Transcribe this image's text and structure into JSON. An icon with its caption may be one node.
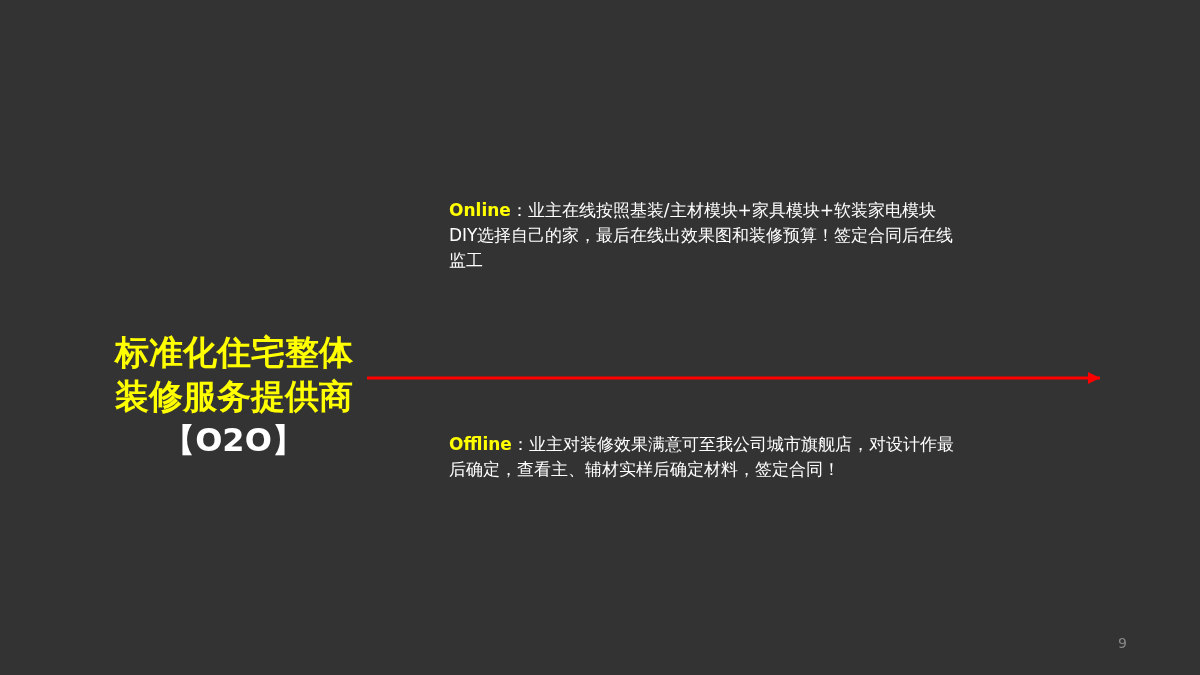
{
  "diagram": {
    "labels": [
      "标准化住宅整体装修服务提供商",
      "【O2O】",
      "**Online**：业主在线按照基装/主材模块+家具模块+软装家电模块DIY选择自己的家，最后在线出效果图和装修预算！签定合同后在线监工",
      "**Offline**：业主对装修效果满意可至我公司城市旗舰店，对设计作最后确定，查看主、辅材实样后确定材料，签定合同！",
      "9"
    ]
  }
}
